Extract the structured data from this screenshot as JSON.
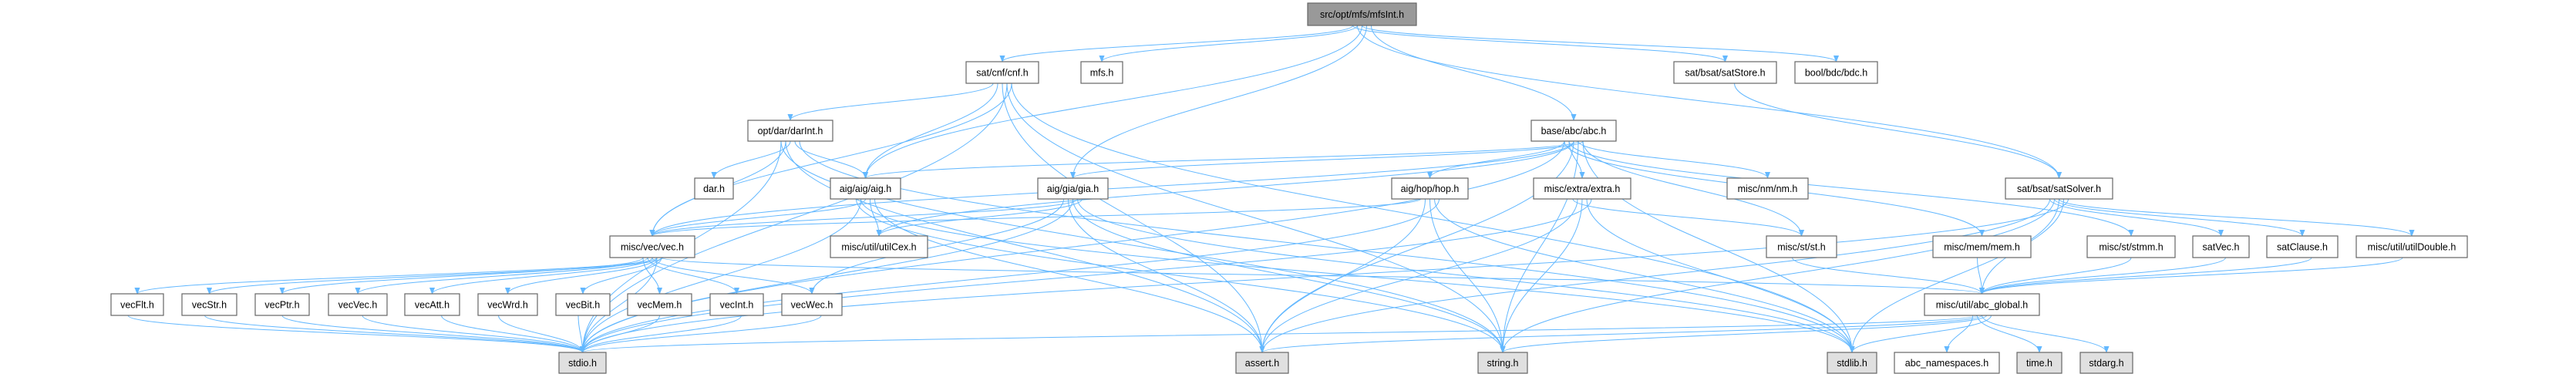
{
  "colors": {
    "edge": "#63b8ff",
    "root_fill": "#999999",
    "system_fill": "#e0e0e0",
    "node_fill": "#ffffff",
    "border": "#666666"
  },
  "nodes": {
    "mfsInt": {
      "label": "src/opt/mfs/mfsInt.h",
      "kind": "root"
    },
    "cnf": {
      "label": "sat/cnf/cnf.h",
      "kind": "file"
    },
    "mfs": {
      "label": "mfs.h",
      "kind": "file"
    },
    "satStore": {
      "label": "sat/bsat/satStore.h",
      "kind": "file"
    },
    "bdc": {
      "label": "bool/bdc/bdc.h",
      "kind": "file"
    },
    "darInt": {
      "label": "opt/dar/darInt.h",
      "kind": "file"
    },
    "abc": {
      "label": "base/abc/abc.h",
      "kind": "file"
    },
    "dar": {
      "label": "dar.h",
      "kind": "file"
    },
    "aig": {
      "label": "aig/aig/aig.h",
      "kind": "file"
    },
    "gia": {
      "label": "aig/gia/gia.h",
      "kind": "file"
    },
    "hop": {
      "label": "aig/hop/hop.h",
      "kind": "file"
    },
    "extra": {
      "label": "misc/extra/extra.h",
      "kind": "file"
    },
    "nm": {
      "label": "misc/nm/nm.h",
      "kind": "file"
    },
    "satSolver": {
      "label": "sat/bsat/satSolver.h",
      "kind": "file"
    },
    "vec": {
      "label": "misc/vec/vec.h",
      "kind": "file"
    },
    "utilCex": {
      "label": "misc/util/utilCex.h",
      "kind": "file"
    },
    "st": {
      "label": "misc/st/st.h",
      "kind": "file"
    },
    "mem": {
      "label": "misc/mem/mem.h",
      "kind": "file"
    },
    "stmm": {
      "label": "misc/st/stmm.h",
      "kind": "file"
    },
    "satVec": {
      "label": "satVec.h",
      "kind": "file"
    },
    "satClause": {
      "label": "satClause.h",
      "kind": "file"
    },
    "utilDouble": {
      "label": "misc/util/utilDouble.h",
      "kind": "file"
    },
    "vecFlt": {
      "label": "vecFlt.h",
      "kind": "file"
    },
    "vecStr": {
      "label": "vecStr.h",
      "kind": "file"
    },
    "vecPtr": {
      "label": "vecPtr.h",
      "kind": "file"
    },
    "vecVec": {
      "label": "vecVec.h",
      "kind": "file"
    },
    "vecAtt": {
      "label": "vecAtt.h",
      "kind": "file"
    },
    "vecWrd": {
      "label": "vecWrd.h",
      "kind": "file"
    },
    "vecBit": {
      "label": "vecBit.h",
      "kind": "file"
    },
    "vecMem": {
      "label": "vecMem.h",
      "kind": "file"
    },
    "vecInt": {
      "label": "vecInt.h",
      "kind": "file"
    },
    "vecWec": {
      "label": "vecWec.h",
      "kind": "file"
    },
    "abc_global": {
      "label": "misc/util/abc_global.h",
      "kind": "file"
    },
    "stdio": {
      "label": "stdio.h",
      "kind": "system"
    },
    "assert": {
      "label": "assert.h",
      "kind": "system"
    },
    "string": {
      "label": "string.h",
      "kind": "system"
    },
    "stdlib": {
      "label": "stdlib.h",
      "kind": "system"
    },
    "abc_namespaces": {
      "label": "abc_namespaces.h",
      "kind": "file"
    },
    "time": {
      "label": "time.h",
      "kind": "system"
    },
    "stdarg": {
      "label": "stdarg.h",
      "kind": "system"
    }
  },
  "edges": [
    [
      "mfsInt",
      "cnf"
    ],
    [
      "mfsInt",
      "mfs"
    ],
    [
      "mfsInt",
      "aig"
    ],
    [
      "mfsInt",
      "gia"
    ],
    [
      "mfsInt",
      "abc"
    ],
    [
      "mfsInt",
      "satStore"
    ],
    [
      "mfsInt",
      "satSolver"
    ],
    [
      "mfsInt",
      "bdc"
    ],
    [
      "cnf",
      "stdio"
    ],
    [
      "cnf",
      "vec"
    ],
    [
      "cnf",
      "darInt"
    ],
    [
      "cnf",
      "aig"
    ],
    [
      "cnf",
      "assert"
    ],
    [
      "cnf",
      "string"
    ],
    [
      "cnf",
      "stdlib"
    ],
    [
      "darInt",
      "stdio"
    ],
    [
      "darInt",
      "vec"
    ],
    [
      "darInt",
      "dar"
    ],
    [
      "darInt",
      "aig"
    ],
    [
      "darInt",
      "stdlib"
    ],
    [
      "darInt",
      "string"
    ],
    [
      "darInt",
      "assert"
    ],
    [
      "abc",
      "vec"
    ],
    [
      "abc",
      "aig"
    ],
    [
      "abc",
      "gia"
    ],
    [
      "abc",
      "hop"
    ],
    [
      "abc",
      "extra"
    ],
    [
      "abc",
      "utilCex"
    ],
    [
      "abc",
      "nm"
    ],
    [
      "abc",
      "st"
    ],
    [
      "abc",
      "mem"
    ],
    [
      "abc",
      "stmm"
    ],
    [
      "abc",
      "assert"
    ],
    [
      "abc",
      "string"
    ],
    [
      "abc",
      "stdlib"
    ],
    [
      "abc",
      "stdio"
    ],
    [
      "aig",
      "stdio"
    ],
    [
      "aig",
      "vec"
    ],
    [
      "aig",
      "utilCex"
    ],
    [
      "aig",
      "assert"
    ],
    [
      "aig",
      "string"
    ],
    [
      "aig",
      "stdlib"
    ],
    [
      "gia",
      "stdio"
    ],
    [
      "gia",
      "vec"
    ],
    [
      "gia",
      "utilCex"
    ],
    [
      "gia",
      "vecWec"
    ],
    [
      "gia",
      "assert"
    ],
    [
      "gia",
      "string"
    ],
    [
      "gia",
      "stdlib"
    ],
    [
      "hop",
      "stdio"
    ],
    [
      "hop",
      "vec"
    ],
    [
      "hop",
      "assert"
    ],
    [
      "hop",
      "string"
    ],
    [
      "hop",
      "stdlib"
    ],
    [
      "extra",
      "stdio"
    ],
    [
      "extra",
      "st"
    ],
    [
      "extra",
      "assert"
    ],
    [
      "extra",
      "string"
    ],
    [
      "extra",
      "stdlib"
    ],
    [
      "satStore",
      "satSolver"
    ],
    [
      "satSolver",
      "satVec"
    ],
    [
      "satSolver",
      "satClause"
    ],
    [
      "satSolver",
      "utilDouble"
    ],
    [
      "satSolver",
      "abc_global"
    ],
    [
      "satSolver",
      "stdio"
    ],
    [
      "satSolver",
      "assert"
    ],
    [
      "satSolver",
      "string"
    ],
    [
      "satSolver",
      "stdlib"
    ],
    [
      "vec",
      "vecFlt"
    ],
    [
      "vec",
      "vecStr"
    ],
    [
      "vec",
      "vecPtr"
    ],
    [
      "vec",
      "vecVec"
    ],
    [
      "vec",
      "vecAtt"
    ],
    [
      "vec",
      "vecWrd"
    ],
    [
      "vec",
      "vecBit"
    ],
    [
      "vec",
      "vecMem"
    ],
    [
      "vec",
      "vecInt"
    ],
    [
      "vec",
      "vecWec"
    ],
    [
      "vec",
      "stdio"
    ],
    [
      "vec",
      "abc_global"
    ],
    [
      "vecFlt",
      "stdio"
    ],
    [
      "vecStr",
      "stdio"
    ],
    [
      "vecPtr",
      "stdio"
    ],
    [
      "vecVec",
      "stdio"
    ],
    [
      "vecAtt",
      "stdio"
    ],
    [
      "vecWrd",
      "stdio"
    ],
    [
      "vecBit",
      "stdio"
    ],
    [
      "vecMem",
      "stdio"
    ],
    [
      "vecInt",
      "stdio"
    ],
    [
      "vecWec",
      "stdio"
    ],
    [
      "st",
      "abc_global"
    ],
    [
      "mem",
      "abc_global"
    ],
    [
      "stmm",
      "abc_global"
    ],
    [
      "satVec",
      "abc_global"
    ],
    [
      "satClause",
      "abc_global"
    ],
    [
      "utilDouble",
      "abc_global"
    ],
    [
      "abc_global",
      "stdio"
    ],
    [
      "abc_global",
      "assert"
    ],
    [
      "abc_global",
      "string"
    ],
    [
      "abc_global",
      "stdlib"
    ],
    [
      "abc_global",
      "abc_namespaces"
    ],
    [
      "abc_global",
      "time"
    ],
    [
      "abc_global",
      "stdarg"
    ]
  ]
}
